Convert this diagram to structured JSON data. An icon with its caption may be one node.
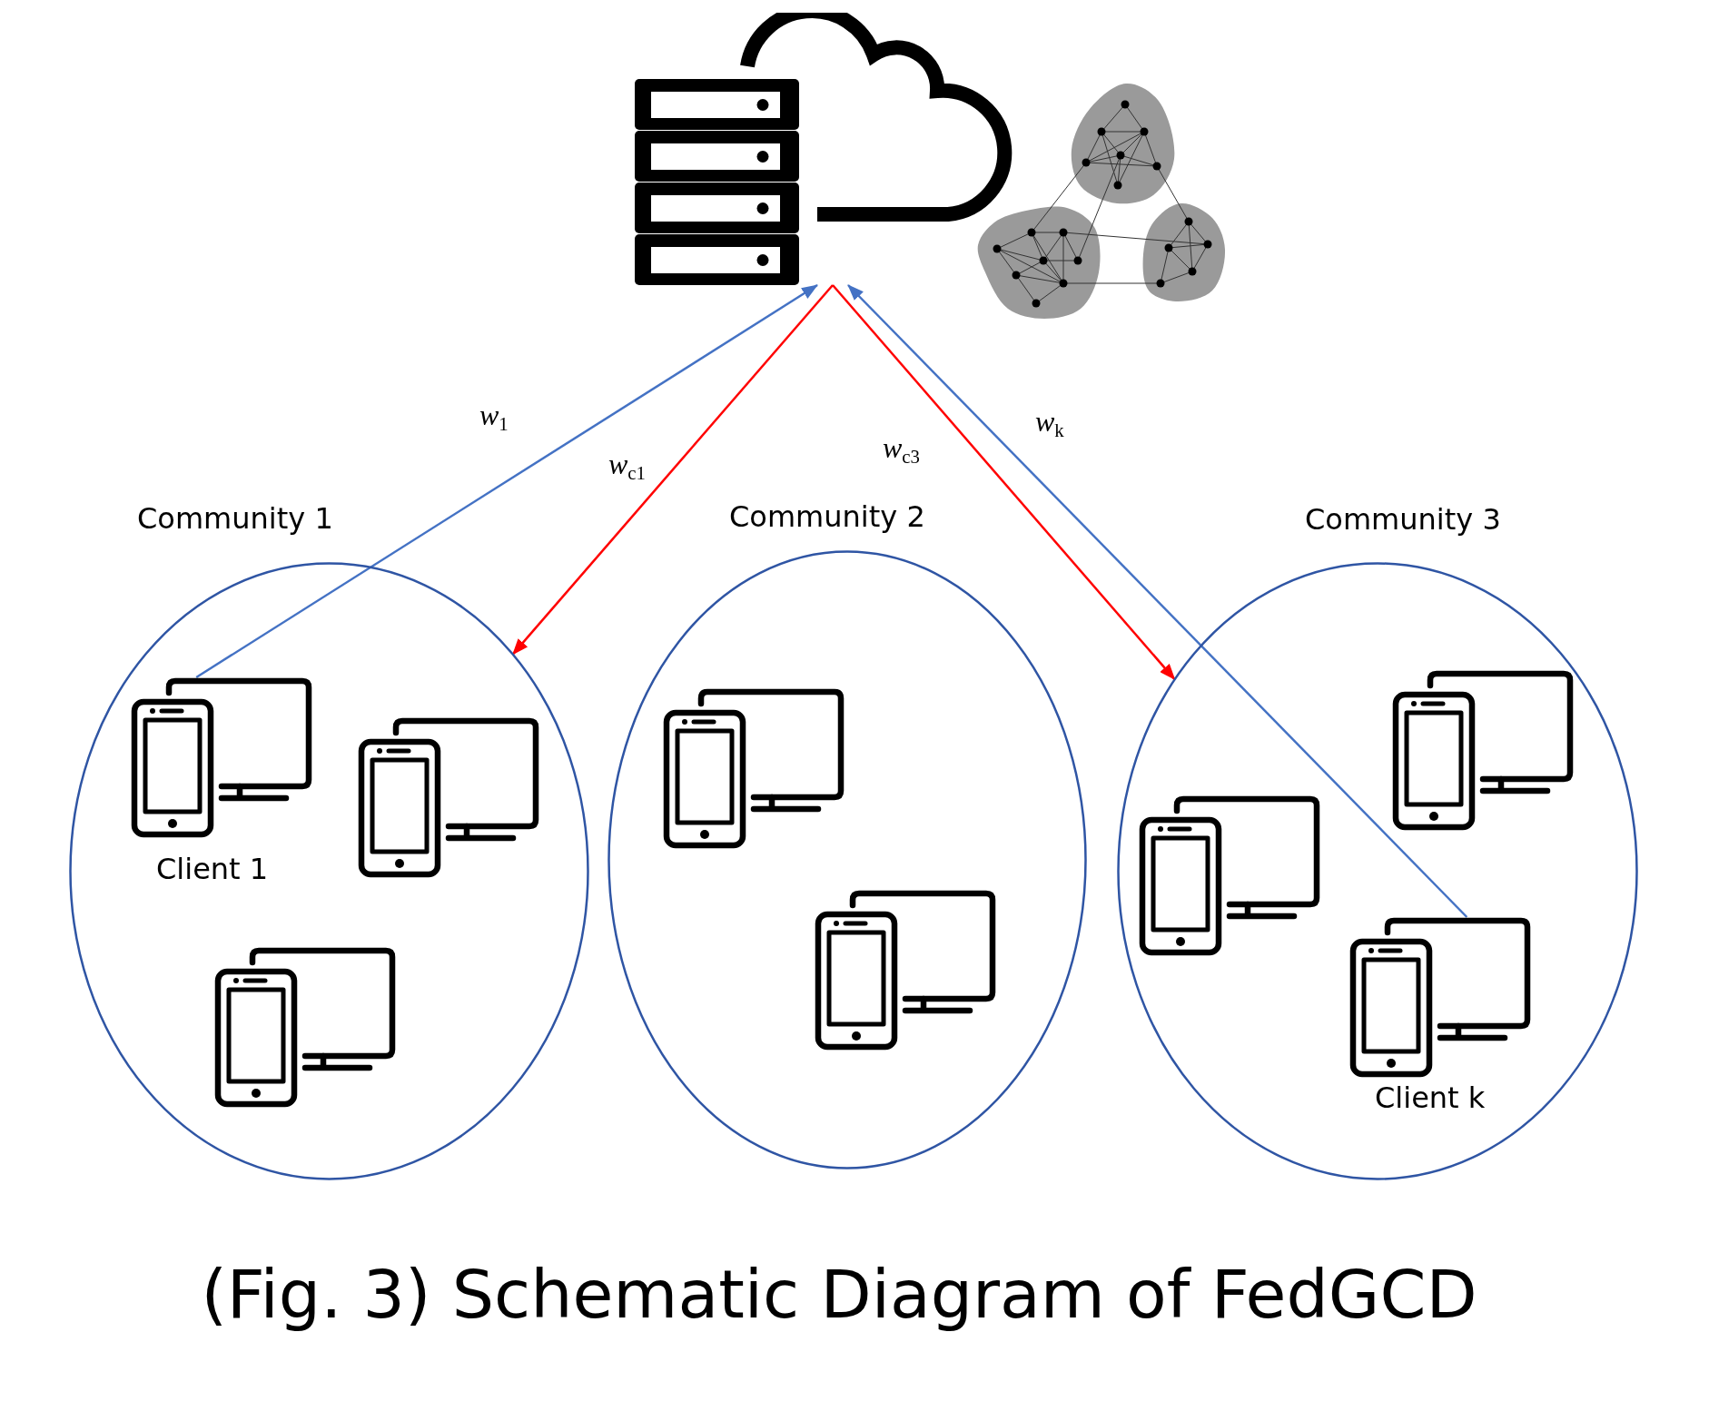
{
  "diagram": {
    "caption": "(Fig. 3) Schematic Diagram of FedGCD",
    "nodes": [
      {
        "text": [],
        "shape": "picture"
      },
      {
        "text": [
          "Community 1"
        ]
      },
      {
        "text": [
          "Client 1"
        ],
        "in": 1
      },
      {
        "text": [],
        "shape": "picture",
        "in": 1
      },
      {
        "text": [],
        "shape": "picture",
        "in": 1
      },
      {
        "text": [
          "Community 2"
        ]
      },
      {
        "text": [],
        "shape": "picture",
        "in": 5
      },
      {
        "text": [],
        "shape": "picture",
        "in": 5
      },
      {
        "text": [
          "Community 3"
        ]
      },
      {
        "text": [],
        "shape": "picture",
        "in": 8
      },
      {
        "text": [],
        "shape": "picture",
        "in": 8
      },
      {
        "text": [
          "Client k"
        ],
        "in": 8
      }
    ],
    "edges": [
      {
        "from": 2,
        "to": 0,
        "arrow": "to",
        "label": "w$_{1}$",
        "color": "#4472c4"
      },
      {
        "from": 0,
        "to": 1,
        "arrow": "to",
        "label": "w$_{c1}$",
        "color": "#ff0000"
      },
      {
        "from": 0,
        "to": 8,
        "arrow": "to",
        "label": "w$_{c3}$",
        "color": "#ff0000"
      },
      {
        "from": 11,
        "to": 0,
        "arrow": "to",
        "label": "w$_{k}$",
        "color": "#4472c4"
      }
    ]
  }
}
